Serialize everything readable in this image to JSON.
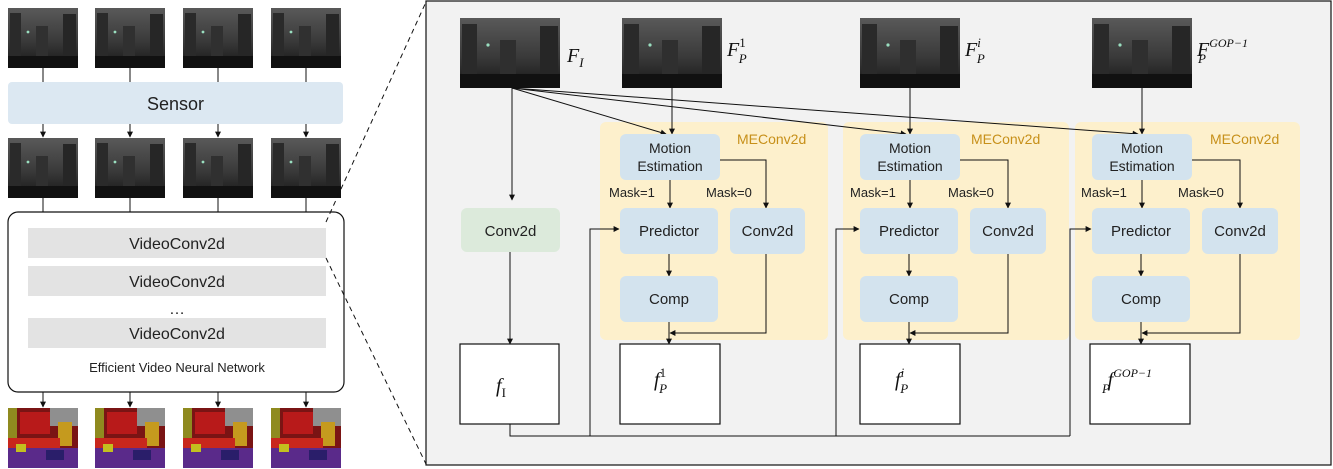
{
  "left_panel": {
    "sensor_label": "Sensor",
    "layers": [
      "VideoConv2d",
      "VideoConv2d",
      "…",
      "VideoConv2d"
    ],
    "network_caption": "Efficient Video Neural Network"
  },
  "frames": {
    "intra": {
      "base": "F",
      "sub": "I",
      "sup": ""
    },
    "p1": {
      "base": "F",
      "sub": "P",
      "sup": "1"
    },
    "pi": {
      "base": "F",
      "sub": "P",
      "sup": "i"
    },
    "plast": {
      "base": "F",
      "sub": "P",
      "sup": "GOP−1"
    }
  },
  "blocks": {
    "conv2d_label": "Conv2d",
    "meconv_label": "MEConv2d",
    "motion_line1": "Motion",
    "motion_line2": "Estimation",
    "mask1_label": "Mask=1",
    "mask0_label": "Mask=0",
    "predictor_label": "Predictor",
    "branch_conv_label": "Conv2d",
    "comp_label": "Comp"
  },
  "outputs": {
    "intra": {
      "base": "f",
      "sub": "I",
      "sup": ""
    },
    "p1": {
      "base": "f",
      "sub": "P",
      "sup": "1"
    },
    "pi": {
      "base": "f",
      "sub": "P",
      "sup": "i"
    },
    "plast": {
      "base": "f",
      "sub": "P",
      "sup": "GOP−1"
    }
  },
  "colors": {
    "sensor_fill": "#dce8f2",
    "layer_fill": "#e3e3e3",
    "panel_fill": "#f2f2f2",
    "conv_green": "#dceadb",
    "meconv_yellow": "#fdf0cc",
    "block_blue": "#d3e3ee",
    "meconv_text": "#c7901a"
  }
}
